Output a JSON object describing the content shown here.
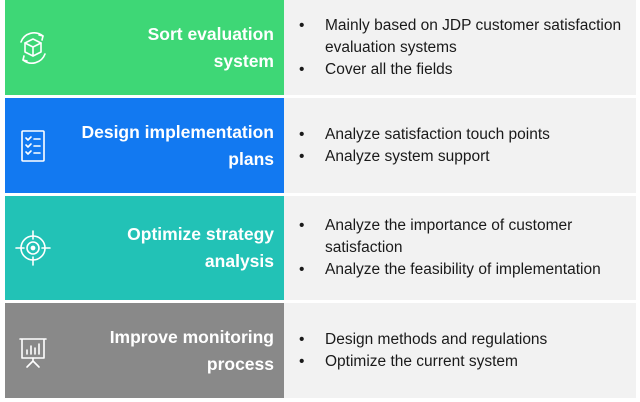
{
  "colors": {
    "sort_evaluation": "#3ed776",
    "design_implementation": "#1279f1",
    "optimize_strategy": "#22c2b6",
    "improve_monitoring": "#898989",
    "bullet_panel": "#f2f2f2"
  },
  "rows": [
    {
      "icon": "box-cycle-icon",
      "title_line1": "Sort evaluation",
      "title_line2": "system",
      "bullets": [
        "Mainly based on JDP customer satisfaction evaluation systems",
        "Cover all the fields"
      ]
    },
    {
      "icon": "checklist-icon",
      "title_line1": "Design implementation",
      "title_line2": "plans",
      "bullets": [
        "Analyze satisfaction touch points",
        "Analyze system support"
      ]
    },
    {
      "icon": "target-icon",
      "title_line1": "Optimize strategy",
      "title_line2": "analysis",
      "bullets": [
        "Analyze the importance of customer satisfaction",
        "Analyze the feasibility of implementation"
      ]
    },
    {
      "icon": "presentation-chart-icon",
      "title_line1": "Improve monitoring",
      "title_line2": "process",
      "bullets": [
        "Design methods and regulations",
        "Optimize the current system"
      ]
    }
  ]
}
